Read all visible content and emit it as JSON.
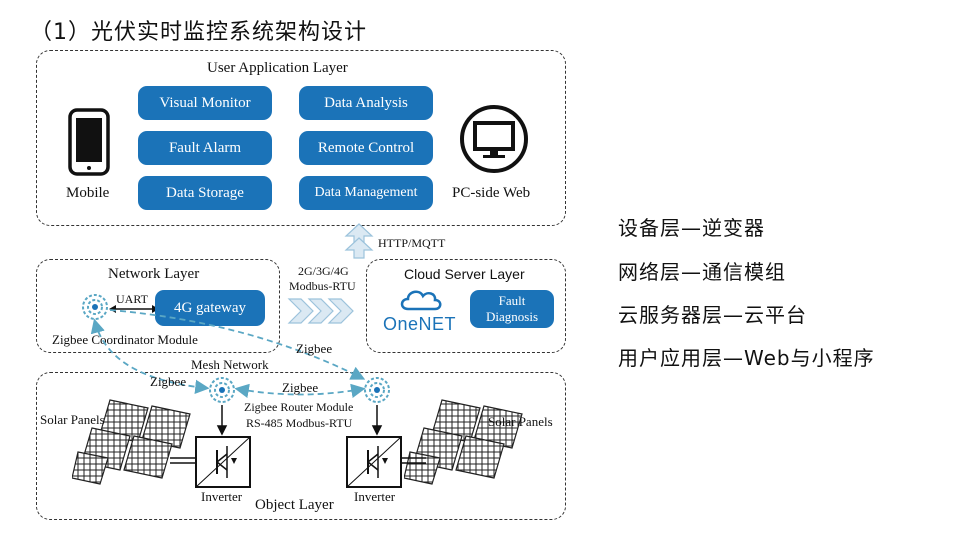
{
  "title": "（1）光伏实时监控系统架构设计",
  "user_layer": {
    "label": "User Application Layer",
    "mobile_label": "Mobile",
    "pc_label": "PC-side Web",
    "functions": [
      "Visual Monitor",
      "Data Analysis",
      "Fault Alarm",
      "Remote Control",
      "Data Storage",
      "Data Management"
    ]
  },
  "network_layer": {
    "label": "Network Layer",
    "uart_label": "UART",
    "gateway_label": "4G gateway",
    "coordinator_label": "Zigbee Coordinator Module"
  },
  "cloud_layer": {
    "label": "Cloud Server Layer",
    "onenet_label": "OneNET",
    "fault_diagnosis_label": "Fault Diagnosis"
  },
  "links": {
    "http_mqtt": "HTTP/MQTT",
    "cellular": "2G/3G/4G",
    "modbus_rtu": "Modbus-RTU",
    "zigbee": "Zigbee",
    "mesh_network": "Mesh Network"
  },
  "object_layer": {
    "label": "Object Layer",
    "router_label": "Zigbee Router Module",
    "rs485_label": "RS-485 Modbus-RTU",
    "solar_label": "Solar Panels",
    "inverter_label": "Inverter"
  },
  "sidebar": {
    "items": [
      "设备层—逆变器",
      "网络层—通信模组",
      "云服务器层—云平台",
      "用户应用层—Web与小程序"
    ]
  },
  "colors": {
    "pill_blue": "#1b73b8",
    "link_teal": "#5aa7c4",
    "dark": "#222222"
  }
}
